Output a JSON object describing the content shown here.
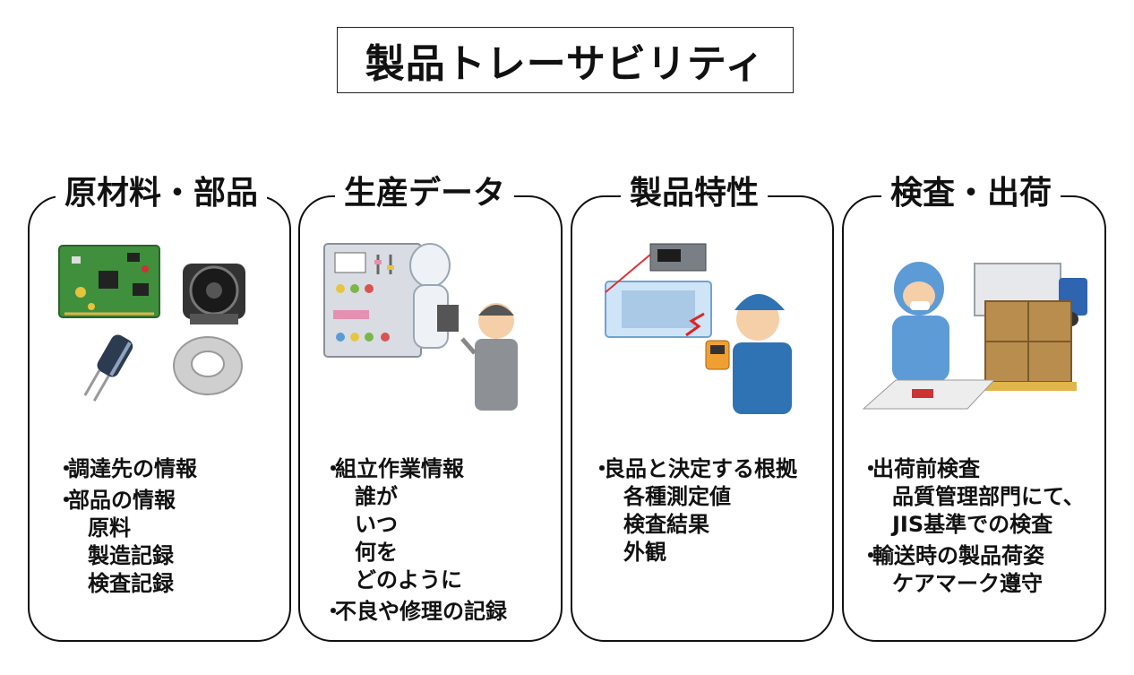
{
  "title": "製品トレーサビリティ",
  "panels": [
    {
      "heading": "原材料・部品",
      "items": [
        {
          "text": "調達先の情報",
          "sub": []
        },
        {
          "text": "部品の情報",
          "sub": [
            "原料",
            "製造記録",
            "検査記録"
          ]
        }
      ]
    },
    {
      "heading": "生産データ",
      "items": [
        {
          "text": "組立作業情報",
          "sub": [
            "誰が",
            "いつ",
            "何を",
            "どのように"
          ]
        },
        {
          "text": "不良や修理の記録",
          "sub": []
        }
      ]
    },
    {
      "heading": "製品特性",
      "items": [
        {
          "text": "良品と決定する根拠",
          "sub": [
            "各種測定値",
            "検査結果",
            "外観"
          ]
        }
      ]
    },
    {
      "heading": "検査・出荷",
      "items": [
        {
          "text": "出荷前検査",
          "sub": [
            "品質管理部門にて、",
            "JIS基準での検査"
          ]
        },
        {
          "text": "輸送時の製品荷姿",
          "sub": [
            "ケアマーク遵守"
          ]
        }
      ]
    }
  ],
  "bullet": "・"
}
